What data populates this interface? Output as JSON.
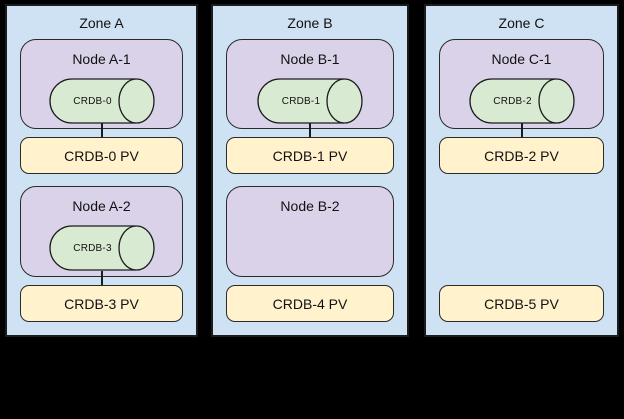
{
  "colors": {
    "background": "#000000",
    "zone_fill": "#cfe2f3",
    "node_fill": "#d9d2e9",
    "db_fill": "#d9ead3",
    "pv_fill": "#fff2cc",
    "border": "#1c1c1c"
  },
  "zones": [
    {
      "label": "Zone A",
      "node1": {
        "label": "Node A-1",
        "db": "CRDB-0"
      },
      "pv1": {
        "label": "CRDB-0 PV"
      },
      "node2": {
        "label": "Node A-2",
        "db": "CRDB-3"
      },
      "pv2": {
        "label": "CRDB-3 PV"
      }
    },
    {
      "label": "Zone B",
      "node1": {
        "label": "Node B-1",
        "db": "CRDB-1"
      },
      "pv1": {
        "label": "CRDB-1 PV"
      },
      "node2": {
        "label": "Node B-2"
      },
      "pv2": {
        "label": "CRDB-4 PV"
      }
    },
    {
      "label": "Zone C",
      "node1": {
        "label": "Node C-1",
        "db": "CRDB-2"
      },
      "pv1": {
        "label": "CRDB-2 PV"
      },
      "pv2": {
        "label": "CRDB-5 PV"
      }
    }
  ]
}
